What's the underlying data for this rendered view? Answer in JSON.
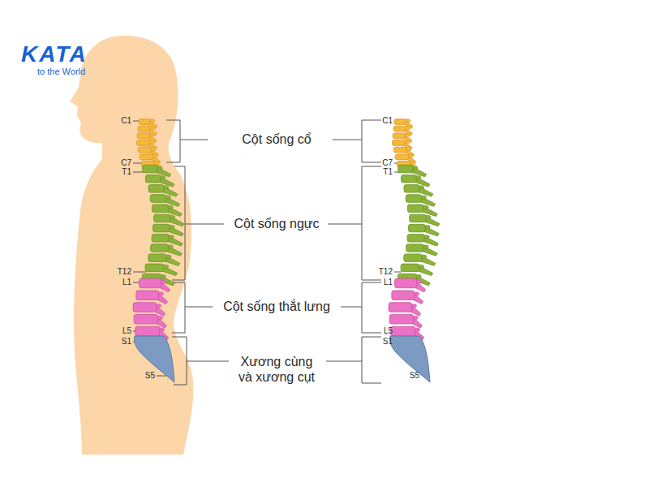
{
  "diagram": {
    "labels": [
      "KATA",
      "to the World",
      "C1",
      "C7",
      "T1",
      "T12",
      "L1",
      "L5",
      "S1",
      "S5",
      "Cột sống cổ",
      "Cột sống ngực",
      "Cột sống thắt lưng",
      "Xương cùng và xương cụt",
      "C1",
      "C7",
      "T1",
      "T12",
      "L1",
      "L5",
      "S1",
      "S5"
    ]
  }
}
